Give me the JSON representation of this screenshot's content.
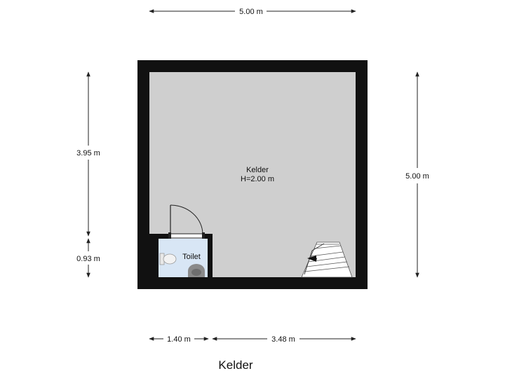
{
  "floor_name": "Kelder",
  "colors": {
    "wall": "#111111",
    "room_fill": "#cfcfcf",
    "toilet_fill": "#d8e6f5",
    "dimension_line": "#222222",
    "stair_fill": "#ffffff"
  },
  "rooms": {
    "main": {
      "name": "Kelder",
      "height": "H=2.00 m"
    },
    "toilet": {
      "name": "Toilet"
    }
  },
  "dimensions": {
    "top_width": "5.00 m",
    "right_height": "5.00 m",
    "left_upper": "3.95 m",
    "left_lower": "0.93 m",
    "bottom_left": "1.40 m",
    "bottom_right": "3.48 m"
  },
  "icons": {
    "toilet": "toilet-icon",
    "sink": "sink-icon",
    "door": "door-swing-icon",
    "stairs": "stairs-icon"
  }
}
